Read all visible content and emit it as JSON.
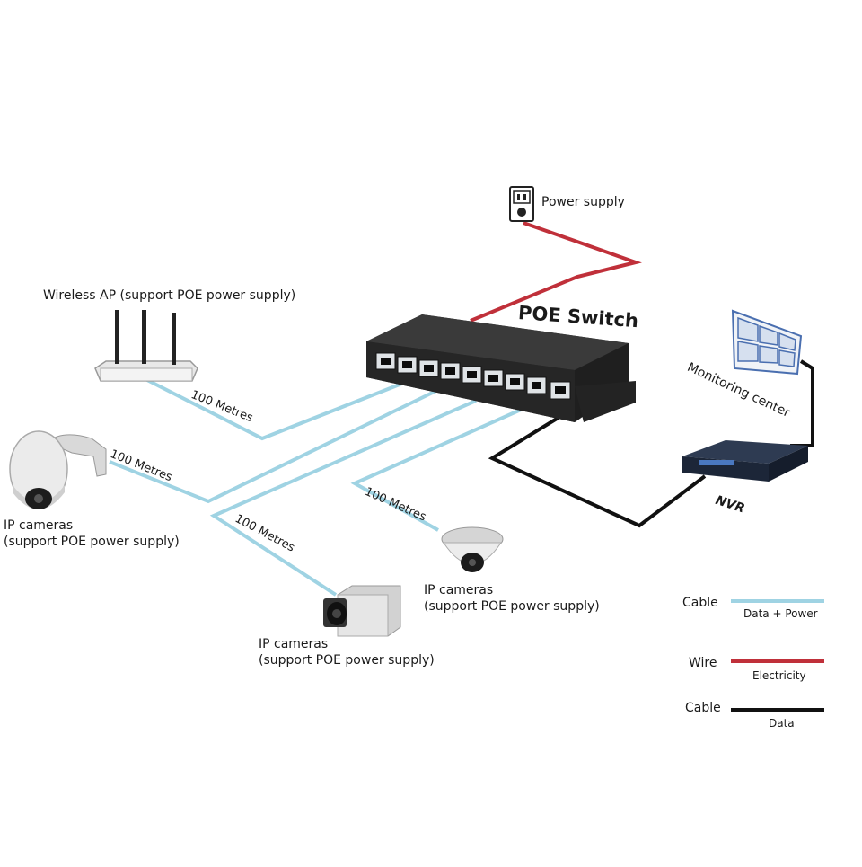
{
  "labels": {
    "power_supply": "Power supply",
    "poe_switch": "POE Switch",
    "wireless_ap": "Wireless AP (support POE power supply)",
    "monitoring_center": "Monitoring center",
    "nvr": "NVR",
    "ip_cameras_left_line1": "IP cameras",
    "ip_cameras_left_line2": "(support POE power supply)",
    "ip_cameras_dome_line1": "IP cameras",
    "ip_cameras_dome_line2": "(support POE power supply)",
    "ip_cameras_box_line1": "IP cameras",
    "ip_cameras_box_line2": "(support POE power supply)"
  },
  "distances": {
    "ap": "100 Metres",
    "ptz": "100 Metres",
    "box": "100 Metres",
    "dome": "100 Metres"
  },
  "legend": [
    {
      "title": "Cable",
      "sub": "Data + Power",
      "color": "#9fd3e3"
    },
    {
      "title": "Wire",
      "sub": "Electricity",
      "color": "#c0303a"
    },
    {
      "title": "Cable",
      "sub": "Data",
      "color": "#111111"
    }
  ],
  "colors": {
    "data_power": "#9fd3e3",
    "electricity": "#c0303a",
    "data": "#111111"
  }
}
